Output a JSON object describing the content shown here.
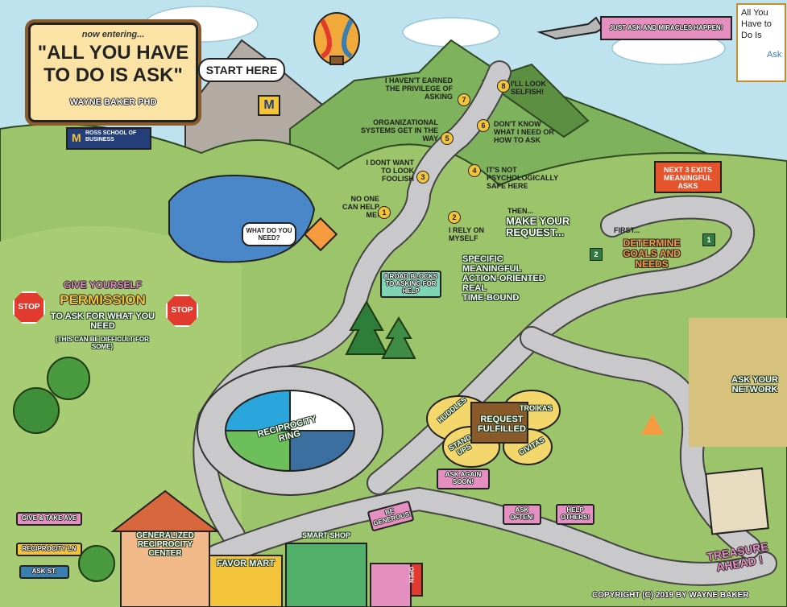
{
  "billboard": {
    "pre": "now entering...",
    "title_line1": "\"ALL YOU HAVE",
    "title_line2": "TO DO IS ASK\"",
    "author": "WAYNE BAKER PHD",
    "school": "ROSS SCHOOL OF BUSINESS",
    "logo": "M"
  },
  "start_here": "START HERE",
  "start_logo": "M",
  "banner": "JUST ASK AND MIRACLES HAPPEN!",
  "book": {
    "line1": "All You",
    "line2": "Have to",
    "line3": "Do Is",
    "line4": "Ask"
  },
  "roadblocks": [
    {
      "n": "1",
      "text": "NO ONE CAN HELP ME!"
    },
    {
      "n": "2",
      "text": "I RELY ON MYSELF"
    },
    {
      "n": "3",
      "text": "I DONT WANT TO LOOK FOOLISH"
    },
    {
      "n": "4",
      "text": "IT'S NOT PSYCHOLOGICALLY SAFE HERE"
    },
    {
      "n": "5",
      "text": "ORGANIZATIONAL SYSTEMS GET IN THE WAY"
    },
    {
      "n": "6",
      "text": "DON'T KNOW WHAT I NEED OR HOW TO ASK"
    },
    {
      "n": "7",
      "text": "I HAVEN'T EARNED THE PRIVILEGE OF ASKING"
    },
    {
      "n": "8",
      "text": "I'LL LOOK SELFISH!"
    }
  ],
  "road_blocks_sign": "8 ROAD BLOCKS TO ASKING FOR HELP",
  "what_do_you_need": "WHAT DO YOU NEED?",
  "then": "THEN...",
  "make_request": "MAKE YOUR REQUEST...",
  "smart": [
    "SPECIFIC",
    "MEANINGFUL",
    "ACTION-ORIENTED",
    "REAL",
    "TIME-BOUND"
  ],
  "first": "FIRST...",
  "determine_goals": "DETERMINE GOALS AND NEEDS",
  "next_exits": "NEXT 3 EXITS MEANINGFUL ASKS",
  "exit_1": "1",
  "exit_2": "2",
  "ask_network": "ASK YOUR NETWORK",
  "give_yourself": "GIVE YOURSELF",
  "permission": "PERMISSION",
  "ask_for_what": "TO ASK FOR WHAT YOU NEED",
  "difficult": "(THIS CAN BE DIFFICULT FOR SOME)",
  "stop": "STOP",
  "reciprocity_ring": "RECIPROCITY RING",
  "request_fulfilled": "REQUEST FULFILLED",
  "clouds": [
    "HUDDLES",
    "TROIKAS",
    "STAND UPS",
    "CIVITAS"
  ],
  "small_signs": [
    "ASK AGAIN SOON!",
    "BE GENEROUS!",
    "ASK OFTEN!",
    "HELP OTHERS!"
  ],
  "street_signs": [
    "GIVE & TAKE AVE",
    "RECIPROCITY LN",
    "ASK ST."
  ],
  "buildings": {
    "center": "GENERALIZED RECIPROCITY CENTER",
    "favor": "FAVOR MART",
    "smart_shop": "SMART SHOP",
    "open": "OPEN"
  },
  "treasure": "TREASURE AHEAD !",
  "copyright": "COPYRIGHT (C) 2019 BY WAYNE BAKER",
  "colors": {
    "sky": "#bfe3ee",
    "hill": "#9cc46a",
    "mountain": "#7fb25c",
    "road": "#c9c9cc",
    "orange": "#f59a3e",
    "pink": "#e58fc0",
    "yellow": "#f3c43a",
    "blue": "#3b7fb0"
  }
}
